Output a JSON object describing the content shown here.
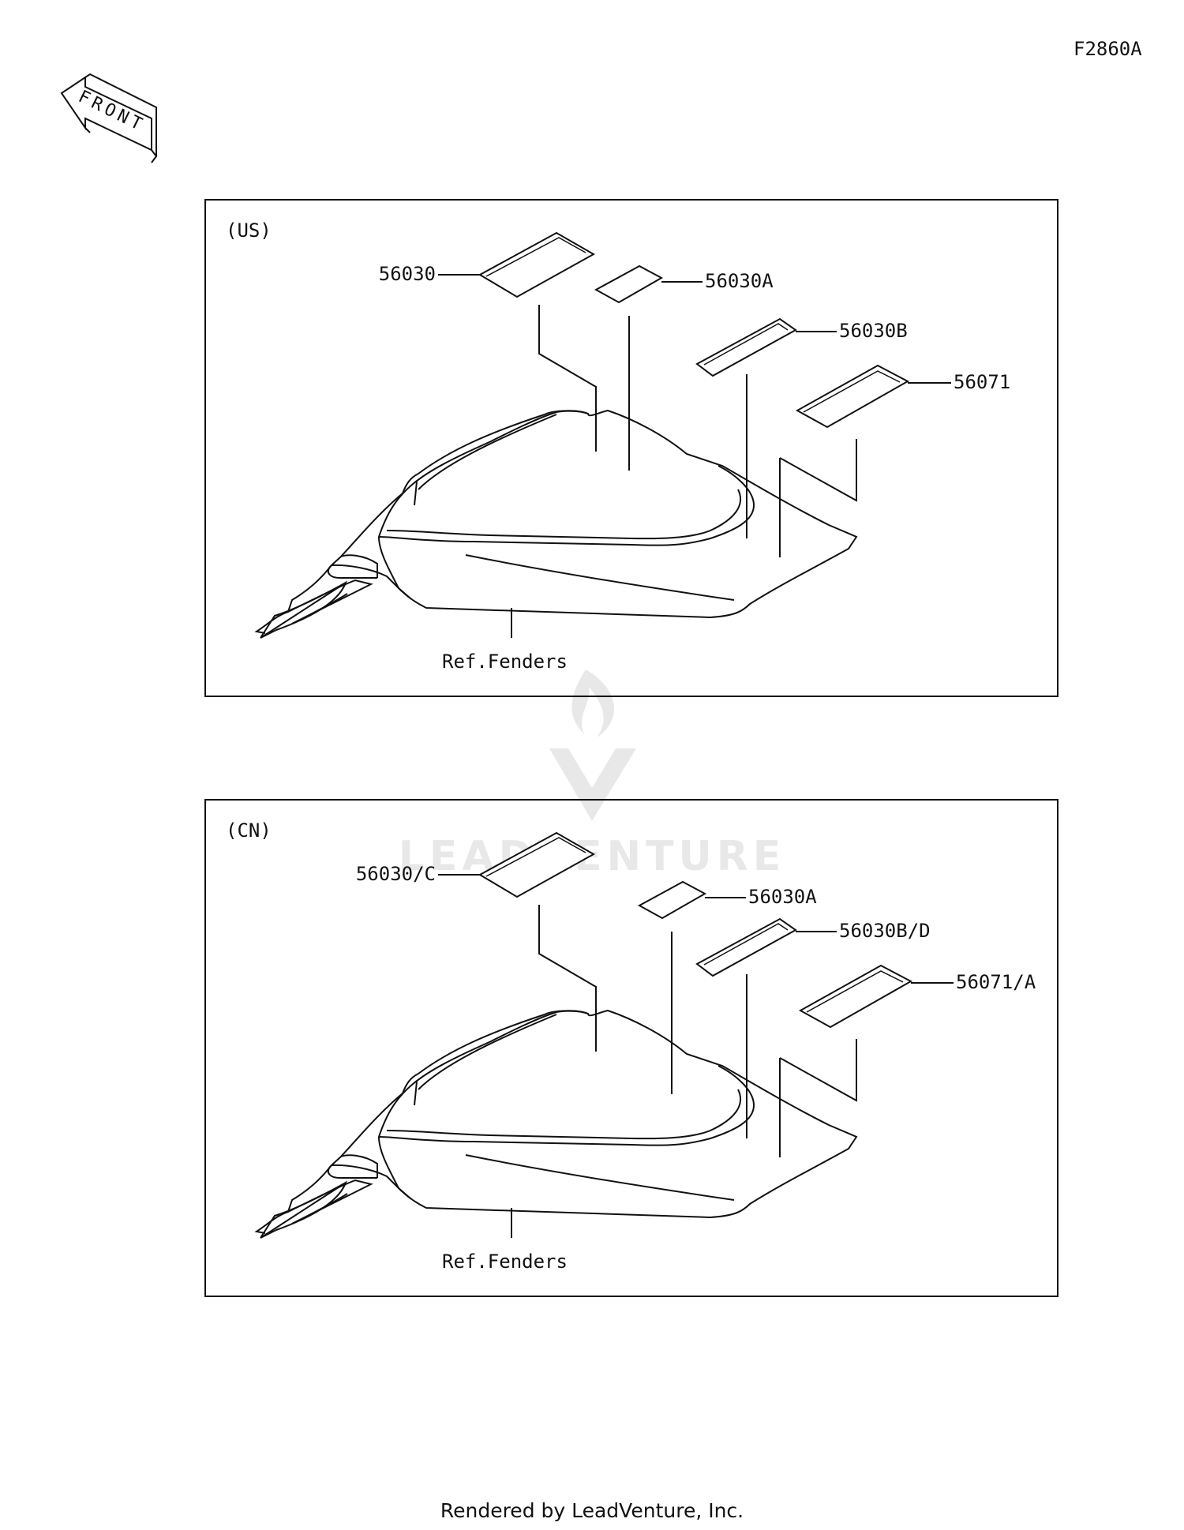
{
  "diagram_code": "F2860A",
  "front_arrow": {
    "label": "FRONT",
    "icon": "front-arrow-icon"
  },
  "watermark": {
    "text": "LEADVENTURE"
  },
  "panels": [
    {
      "region": "(US)",
      "callouts": [
        "56030",
        "56030A",
        "56030B",
        "56071"
      ],
      "reference": "Ref.Fenders"
    },
    {
      "region": "(CN)",
      "callouts": [
        "56030/C",
        "56030A",
        "56030B/D",
        "56071/A"
      ],
      "reference": "Ref.Fenders"
    }
  ],
  "footer": "Rendered by LeadVenture, Inc."
}
